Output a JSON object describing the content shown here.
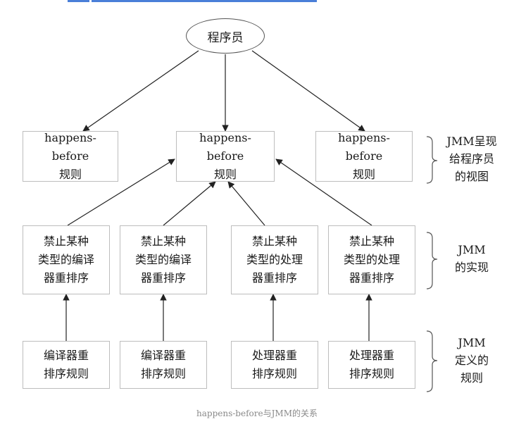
{
  "diagram": {
    "root": "程序员",
    "level1": [
      "happens-before\n规则",
      "happens-before\n规则",
      "happens-before\n规则"
    ],
    "level2": [
      "禁止某种\n类型的编译\n器重排序",
      "禁止某种\n类型的编译\n器重排序",
      "禁止某种\n类型的处理\n器重排序",
      "禁止某种\n类型的处理\n器重排序"
    ],
    "level3": [
      "编译器重\n排序规则",
      "编译器重\n排序规则",
      "处理器重\n排序规则",
      "处理器重\n排序规则"
    ],
    "annotations": {
      "view": "JMM呈现\n给程序员\n的视图",
      "impl": "JMM\n的实现",
      "def": "JMM\n定义的\n规则"
    }
  },
  "caption": "happens-before与JMM的关系",
  "colors": {
    "link_bar": "#4a7fd8",
    "box_border": "#bdbdbd",
    "arrow": "#222222",
    "caption": "#8a8a8a"
  }
}
